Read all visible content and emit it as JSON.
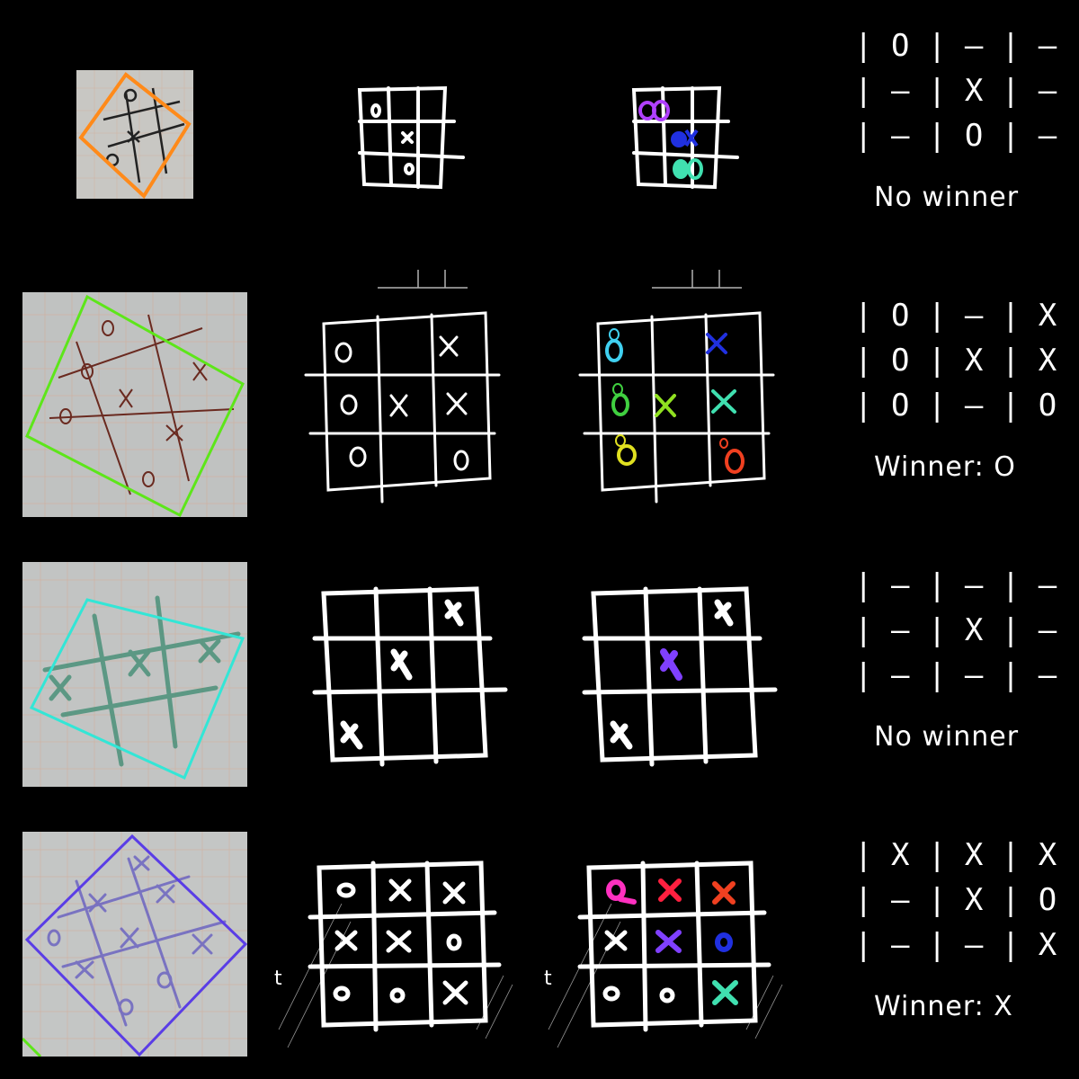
{
  "rows": [
    {
      "board": [
        "| O | – | – |",
        "| – | X | – |",
        "| – | O | – |"
      ],
      "status": "No winner"
    },
    {
      "board": [
        "| O | – | X |",
        "| O | X | X |",
        "| O | – | O |"
      ],
      "status": "Winner: O"
    },
    {
      "board": [
        "| – | – | – |",
        "| – | X | – |",
        "| – | – | – |"
      ],
      "status": "No winner"
    },
    {
      "board": [
        "| X | X | X |",
        "| – | X | O |",
        "| – | – | X |"
      ],
      "status": "Winner: X"
    }
  ],
  "colors": {
    "row1_outline": "#ff8a1a",
    "row2_outline": "#5de61a",
    "row3_outline": "#33e6d6",
    "row4_outline": "#5a3de6",
    "detect_purple": "#b040ff",
    "detect_blue": "#2030e0",
    "detect_teal": "#40e0b0",
    "detect_cyan": "#40d0f0",
    "detect_green": "#40d040",
    "detect_lime": "#90e020",
    "detect_yellow": "#e0e020",
    "detect_red": "#f04020",
    "detect_magenta": "#ff30c0",
    "detect_crimson": "#ff2040",
    "detect_violet": "#8040ff"
  }
}
